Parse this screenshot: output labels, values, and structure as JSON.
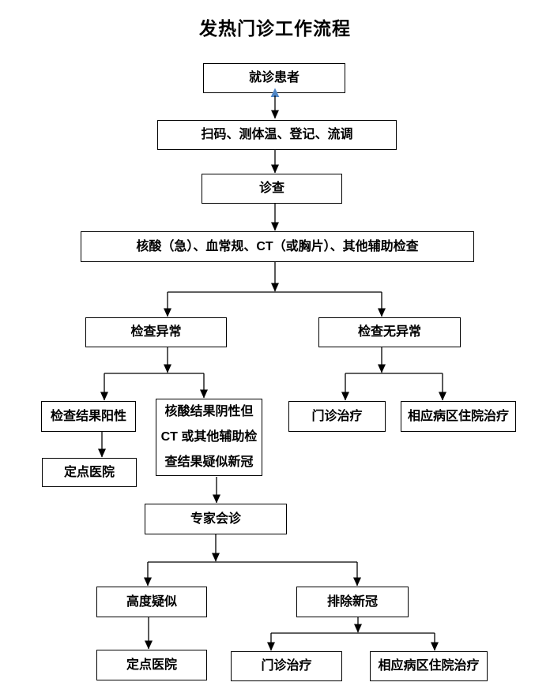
{
  "title": "发热门诊工作流程",
  "nodes": {
    "patient": "就诊患者",
    "scan_register": "扫码、测体温、登记、流调",
    "examination": "诊查",
    "lab_tests": "核酸（急）、血常规、CT（或胸片）、其他辅助检查",
    "abnormal": "检查异常",
    "no_abnormal": "检查无异常",
    "positive_result": "检查结果阳性",
    "negative_but_suspected": "核酸结果阴性但\nCT 或其他辅助检\n查结果疑似新冠",
    "designated_hospital_upper": "定点医院",
    "outpatient_upper": "门诊治疗",
    "ward_upper": "相应病区住院治疗",
    "expert_consultation": "专家会诊",
    "highly_suspected": "高度疑似",
    "covid_excluded": "排除新冠",
    "designated_hospital_lower": "定点医院",
    "outpatient_lower": "门诊治疗",
    "ward_lower": "相应病区住院治疗"
  },
  "colors": {
    "line": "#000000",
    "box_border": "#000000",
    "text": "#000000",
    "background": "#ffffff",
    "anchor_arrow": "#4f86c6"
  }
}
